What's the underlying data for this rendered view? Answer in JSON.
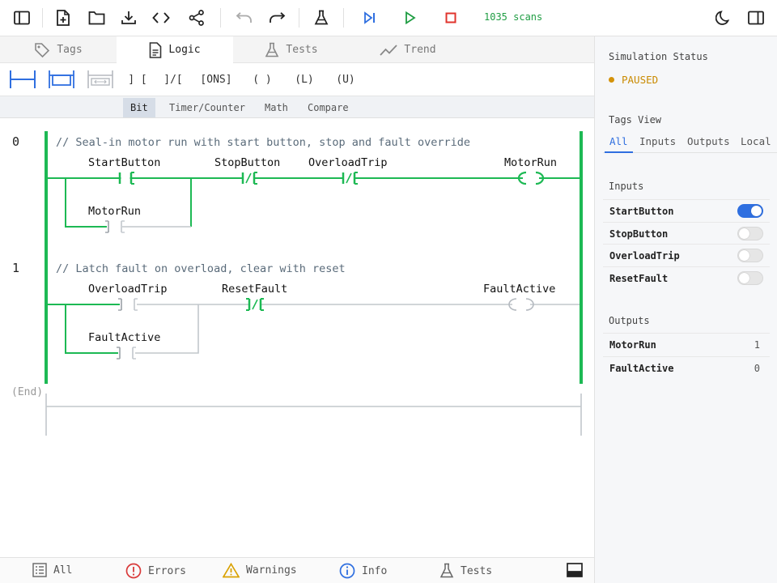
{
  "toolbar": {
    "scan_count": "1035 scans",
    "icons": [
      "sidebar-toggle-icon",
      "new-file-icon",
      "open-folder-icon",
      "download-icon",
      "code-icon",
      "share-icon",
      "undo-icon",
      "redo-icon",
      "flask-icon",
      "step-icon",
      "play-icon",
      "stop-icon",
      "dark-mode-icon",
      "panel-toggle-icon"
    ]
  },
  "tabs": [
    {
      "label": "Tags"
    },
    {
      "label": "Logic"
    },
    {
      "label": "Tests"
    },
    {
      "label": "Trend"
    }
  ],
  "palette": {
    "xic": "] [",
    "xio": "]/[",
    "ons": "[ONS]",
    "ote": "( )",
    "otl": "(L)",
    "otu": "(U)"
  },
  "subtabs": [
    "Bit",
    "Timer/Counter",
    "Math",
    "Compare"
  ],
  "rungs": [
    {
      "number": "0",
      "comment": "// Seal-in motor run with start button, stop and fault override",
      "tags": [
        "StartButton",
        "StopButton",
        "OverloadTrip",
        "MotorRun",
        "MotorRun"
      ]
    },
    {
      "number": "1",
      "comment": "// Latch fault on overload, clear with reset",
      "tags": [
        "OverloadTrip",
        "ResetFault",
        "FaultActive",
        "FaultActive"
      ]
    }
  ],
  "end_label": "(End)",
  "bottombar": {
    "all": "All",
    "errors": "Errors",
    "warnings": "Warnings",
    "info": "Info",
    "tests": "Tests"
  },
  "right": {
    "sim_title": "Simulation Status",
    "sim_status": "PAUSED",
    "tags_view_title": "Tags View",
    "tag_tabs": [
      "All",
      "Inputs",
      "Outputs",
      "Local"
    ],
    "inputs_title": "Inputs",
    "inputs": [
      {
        "name": "StartButton",
        "on": true
      },
      {
        "name": "StopButton",
        "on": false
      },
      {
        "name": "OverloadTrip",
        "on": false
      },
      {
        "name": "ResetFault",
        "on": false
      }
    ],
    "outputs_title": "Outputs",
    "outputs": [
      {
        "name": "MotorRun",
        "value": "1"
      },
      {
        "name": "FaultActive",
        "value": "0"
      }
    ]
  },
  "colors": {
    "energized": "#1db954",
    "inactive": "#c2c7cc",
    "accent": "#2f6fe0",
    "paused": "#c98a00"
  }
}
